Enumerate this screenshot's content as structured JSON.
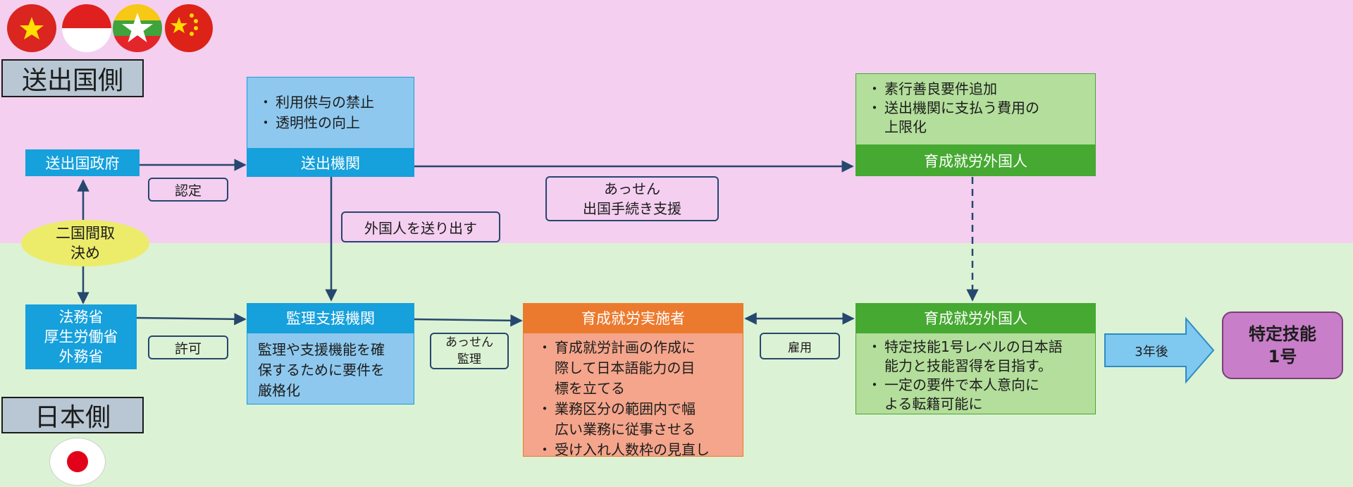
{
  "regions": {
    "sending_side": "送出国側",
    "japan_side": "日本側"
  },
  "flags": {
    "vietnam": "flag-vietnam",
    "indonesia": "flag-indonesia",
    "myanmar": "flag-myanmar",
    "china": "flag-china",
    "japan": "flag-japan"
  },
  "nodes": {
    "sending_government": "送出国政府",
    "bilateral_agreement": [
      "二国間取",
      "決め"
    ],
    "ministries": [
      "法務省",
      "厚生労働省",
      "外務省"
    ],
    "sending_agency": {
      "title": "送出機関",
      "notes": [
        "利用供与の禁止",
        "透明性の向上"
      ]
    },
    "foreigner_sending": {
      "title": "育成就労外国人",
      "notes": [
        "素行善良要件追加",
        "送出機関に支払う費用の",
        "上限化"
      ]
    },
    "supervising_org": {
      "title": "監理支援機関",
      "notes": [
        "監理や支援機能を確",
        "保するために要件を",
        "厳格化"
      ]
    },
    "implementing_org": {
      "title": "育成就労実施者",
      "notes": [
        "育成就労計画の作成に",
        "際して日本語能力の目",
        "標を立てる",
        "業務区分の範囲内で幅",
        "広い業務に従事させる",
        "受け入れ人数枠の見直し"
      ]
    },
    "foreigner_japan": {
      "title": "育成就労外国人",
      "notes": [
        "特定技能1号レベルの日本語",
        "能力と技能習得を目指す。",
        "一定の要件で本人意向に",
        "よる転籍可能に"
      ]
    },
    "specified_skill": [
      "特定技能",
      "1号"
    ]
  },
  "edge_labels": {
    "certification": "認定",
    "permission": "許可",
    "send_out": "外国人を送り出す",
    "mediation_departure": [
      "あっせん",
      "出国手続き支援"
    ],
    "mediation_supervision": [
      "あっせん",
      "監理"
    ],
    "employment": "雇用",
    "after_3_years": "3年後"
  },
  "colors": {
    "top_bg": "#f4cff0",
    "bottom_bg": "#dcf2d4",
    "blue": "#16a0dc",
    "green": "#46a932",
    "orange": "#ec7a2e",
    "purple": "#c87ec8",
    "arrow": "#26476e"
  }
}
